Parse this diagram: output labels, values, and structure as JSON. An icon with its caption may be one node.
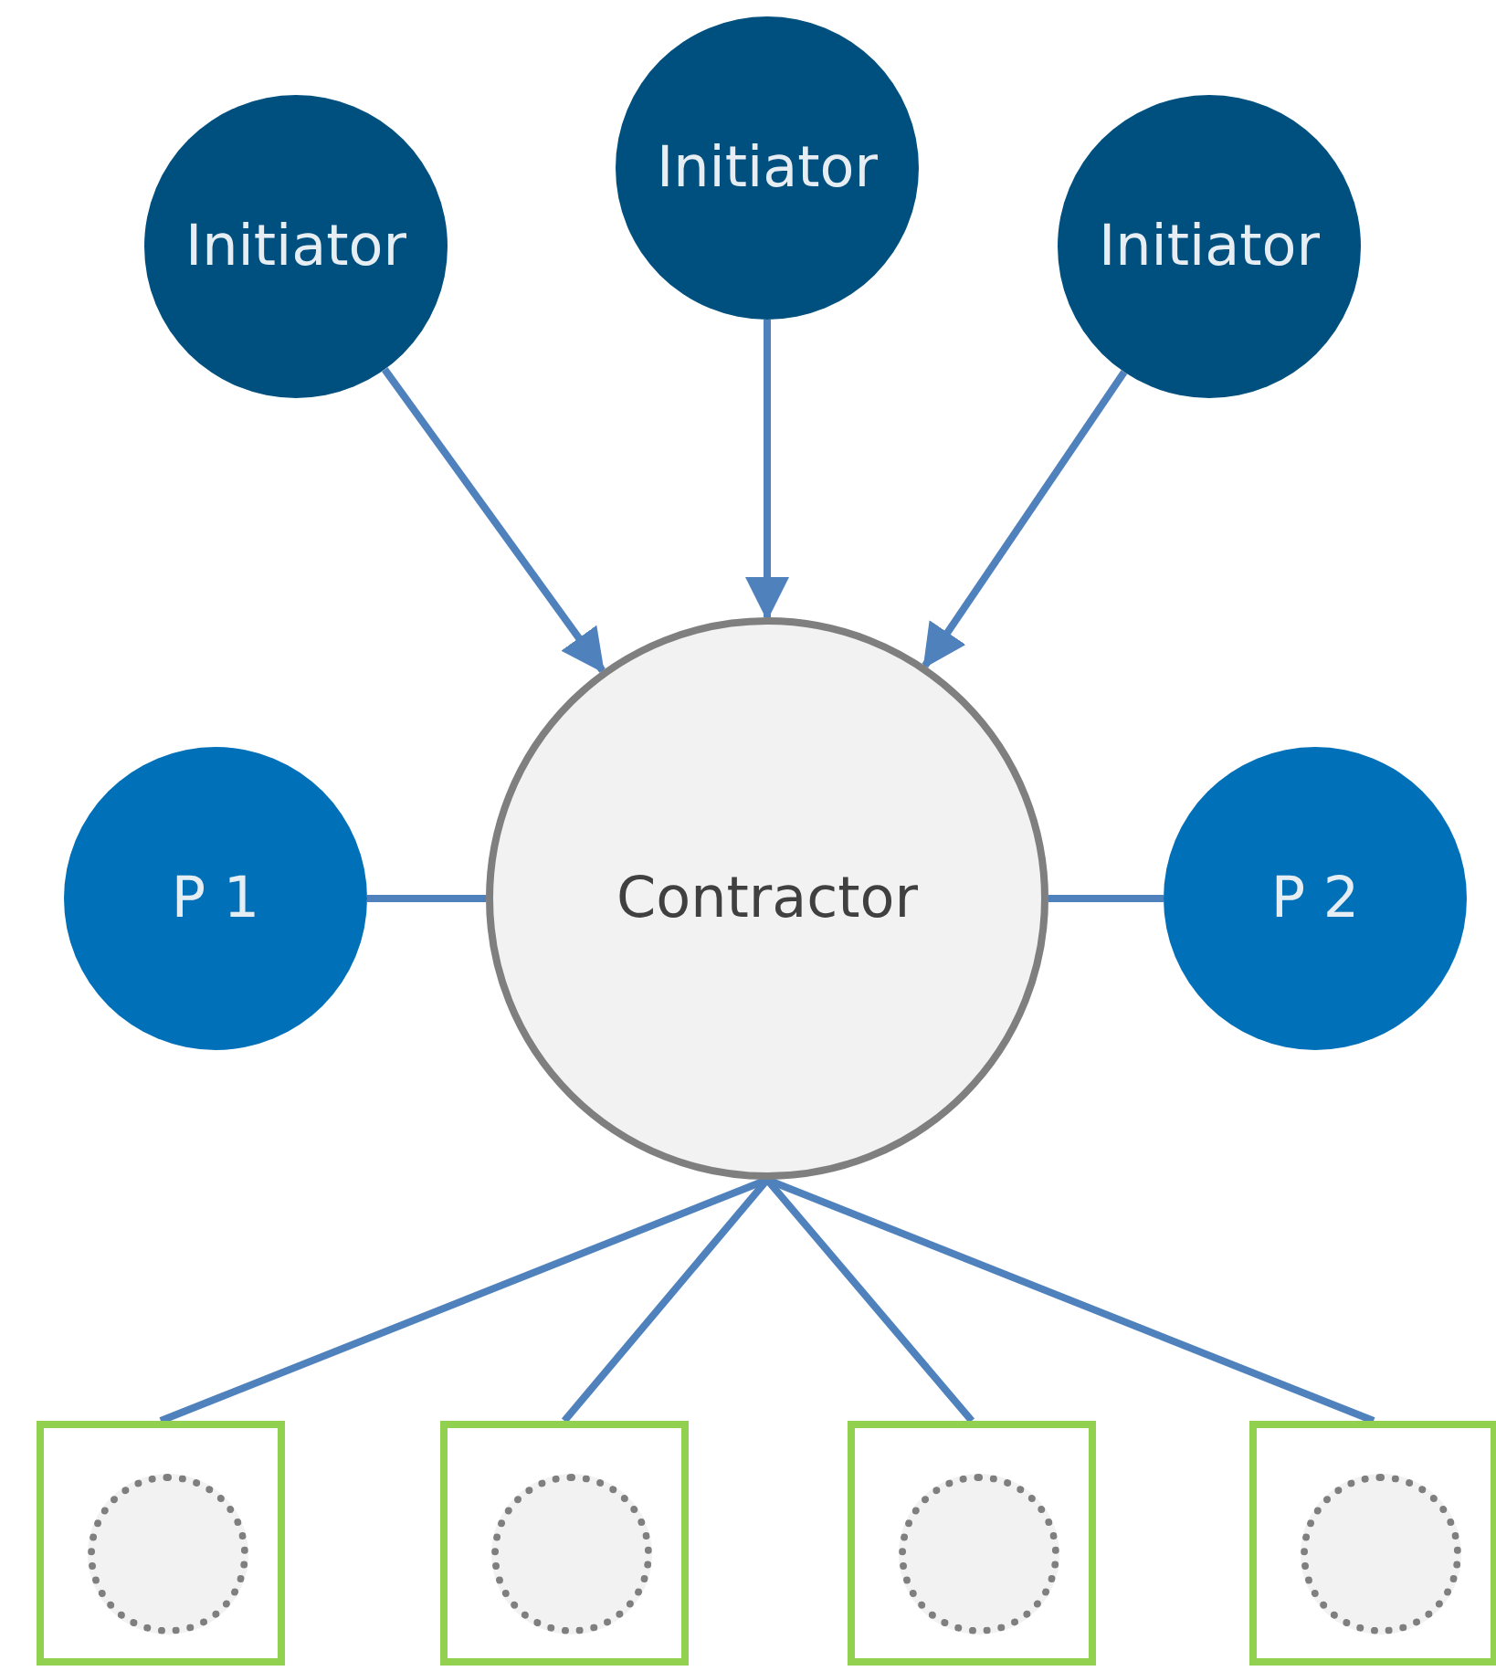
{
  "diagram": {
    "nodes": [
      {
        "text": [
          "Initiator"
        ]
      },
      {
        "text": [
          "Initiator"
        ]
      },
      {
        "text": [
          "Initiator"
        ]
      },
      {
        "text": [
          "P 1"
        ]
      },
      {
        "text": [
          "Contractor"
        ]
      },
      {
        "text": [
          "P 2"
        ]
      },
      {
        "text": [],
        "shape": "box"
      },
      {
        "text": [],
        "shape": "box"
      },
      {
        "text": [],
        "shape": "box"
      },
      {
        "text": [],
        "shape": "box"
      },
      {
        "text": [],
        "shape": "circle",
        "in": 6
      },
      {
        "text": [],
        "shape": "circle",
        "in": 7
      },
      {
        "text": [],
        "shape": "circle",
        "in": 8
      },
      {
        "text": [],
        "shape": "circle",
        "in": 9
      }
    ],
    "edges": [
      {
        "from": 0,
        "to": 4,
        "arrow": "to"
      },
      {
        "from": 1,
        "to": 4,
        "arrow": "to"
      },
      {
        "from": 2,
        "to": 4,
        "arrow": "to"
      },
      {
        "from": 3,
        "to": 4,
        "arrow": "none"
      },
      {
        "from": 4,
        "to": 5,
        "arrow": "none"
      },
      {
        "from": 4,
        "to": 6,
        "arrow": "none"
      },
      {
        "from": 4,
        "to": 7,
        "arrow": "none"
      },
      {
        "from": 4,
        "to": 8,
        "arrow": "none"
      },
      {
        "from": 4,
        "to": 9,
        "arrow": "none"
      }
    ]
  }
}
